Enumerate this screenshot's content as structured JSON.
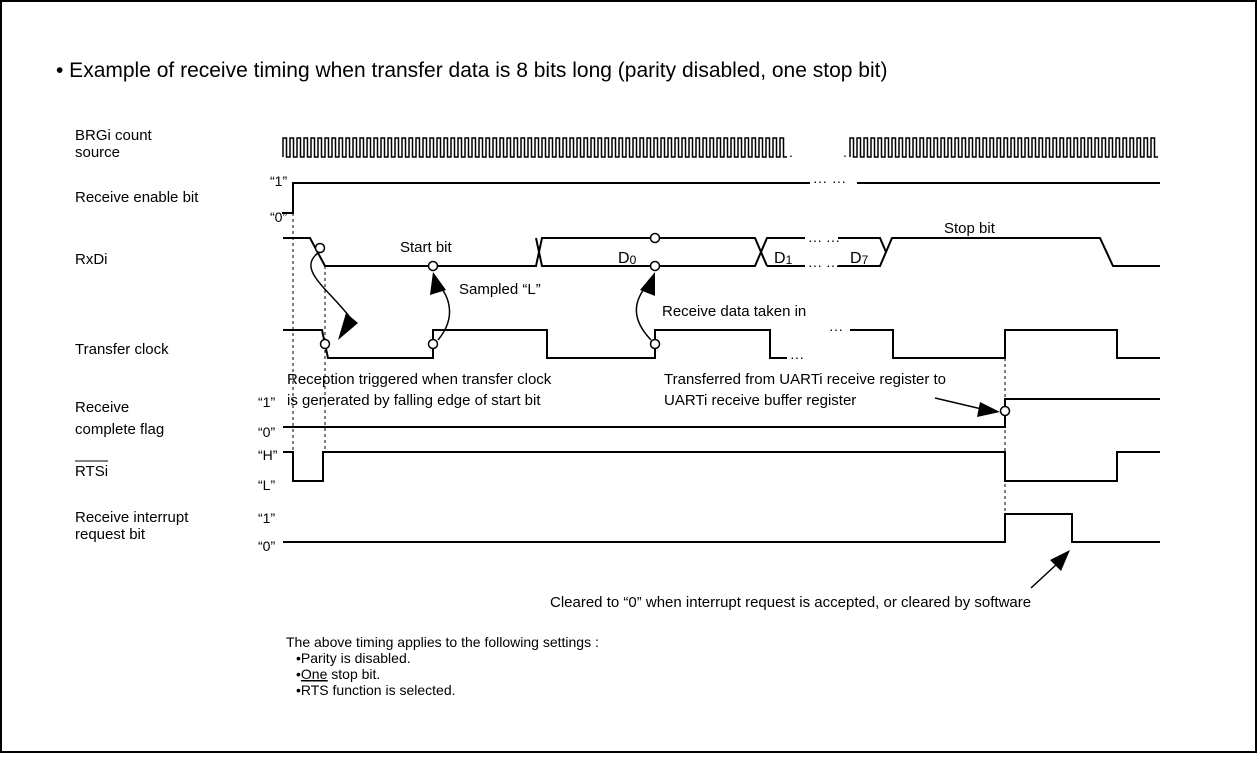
{
  "title": "• Example of receive timing when transfer data is 8 bits long (parity disabled, one stop bit)",
  "signals": {
    "brg": [
      "BRGi count",
      "source"
    ],
    "receive_enable": "Receive enable bit",
    "rxd": "RxDi",
    "transfer_clock": "Transfer clock",
    "receive_complete": [
      "Receive",
      "complete flag"
    ],
    "rts": "RTSi",
    "interrupt": [
      "Receive interrupt",
      "request bit"
    ]
  },
  "levels": {
    "enable_1": "“1”",
    "enable_0": "“0”",
    "complete_1": "“1”",
    "complete_0": "“0”",
    "rts_h": "“H”",
    "rts_l": "“L”",
    "irq_1": "“1”",
    "irq_0": "“0”"
  },
  "bits": {
    "start": "Start bit",
    "stop": "Stop bit",
    "d0": "D",
    "d0_sub": "0",
    "d1": "D",
    "d1_sub": "1",
    "d7": "D",
    "d7_sub": "7"
  },
  "annotations": {
    "sampled": "Sampled “L”",
    "taken_in": "Receive data taken in",
    "triggered_1": "Reception triggered when transfer clock",
    "triggered_2": "is generated by falling edge of start bit",
    "transferred_1": "Transferred from UARTi receive register to",
    "transferred_2": "UARTi receive buffer register",
    "cleared": "Cleared to “0” when interrupt request is accepted, or cleared by software"
  },
  "notes": {
    "intro": "The above timing applies to the following settings :",
    "items": [
      "•Parity is disabled.",
      "•",
      "One",
      " stop bit.",
      "•RTS function is selected."
    ]
  }
}
